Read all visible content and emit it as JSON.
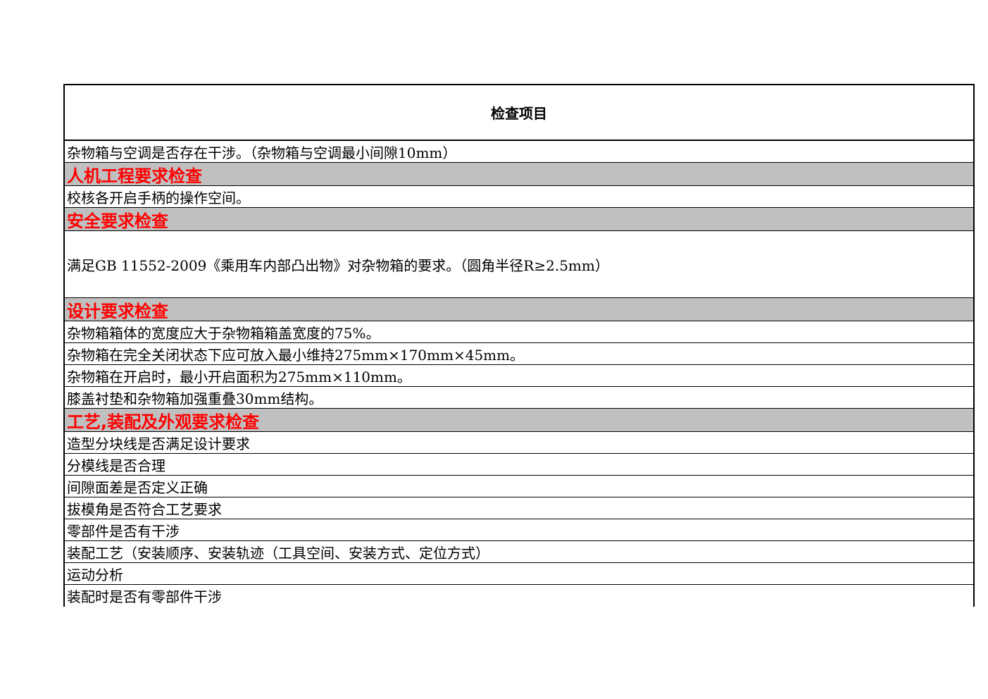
{
  "header": {
    "title": "检查项目"
  },
  "rows": [
    {
      "type": "item",
      "text": "杂物箱与空调是否存在干涉。（杂物箱与空调最小间隙10mm）"
    },
    {
      "type": "section",
      "text": "人机工程要求检查"
    },
    {
      "type": "item",
      "text": "校核各开启手柄的操作空间。"
    },
    {
      "type": "section",
      "text": "安全要求检查"
    },
    {
      "type": "item",
      "text": "满足GB 11552-2009《乘用车内部凸出物》对杂物箱的要求。（圆角半径R≥2.5mm）"
    },
    {
      "type": "section",
      "text": "设计要求检查"
    },
    {
      "type": "item",
      "text": "杂物箱箱体的宽度应大于杂物箱箱盖宽度的75%。"
    },
    {
      "type": "item",
      "text": "杂物箱在完全关闭状态下应可放入最小维持275mm×170mm×45mm。"
    },
    {
      "type": "item",
      "text": "杂物箱在开启时，最小开启面积为275mm×110mm。"
    },
    {
      "type": "item",
      "text": "膝盖衬垫和杂物箱加强重叠30mm结构。"
    },
    {
      "type": "section",
      "text": "工艺,装配及外观要求检查"
    },
    {
      "type": "item",
      "text": "造型分块线是否满足设计要求"
    },
    {
      "type": "item",
      "text": "分模线是否合理"
    },
    {
      "type": "item",
      "text": "间隙面差是否定义正确"
    },
    {
      "type": "item",
      "text": "拔模角是否符合工艺要求"
    },
    {
      "type": "item",
      "text": "零部件是否有干涉"
    },
    {
      "type": "item",
      "text": "装配工艺（安装顺序、安装轨迹（工具空间、安装方式、定位方式）"
    },
    {
      "type": "item",
      "text": "运动分析"
    },
    {
      "type": "item",
      "text": "装配时是否有零部件干涉"
    }
  ]
}
